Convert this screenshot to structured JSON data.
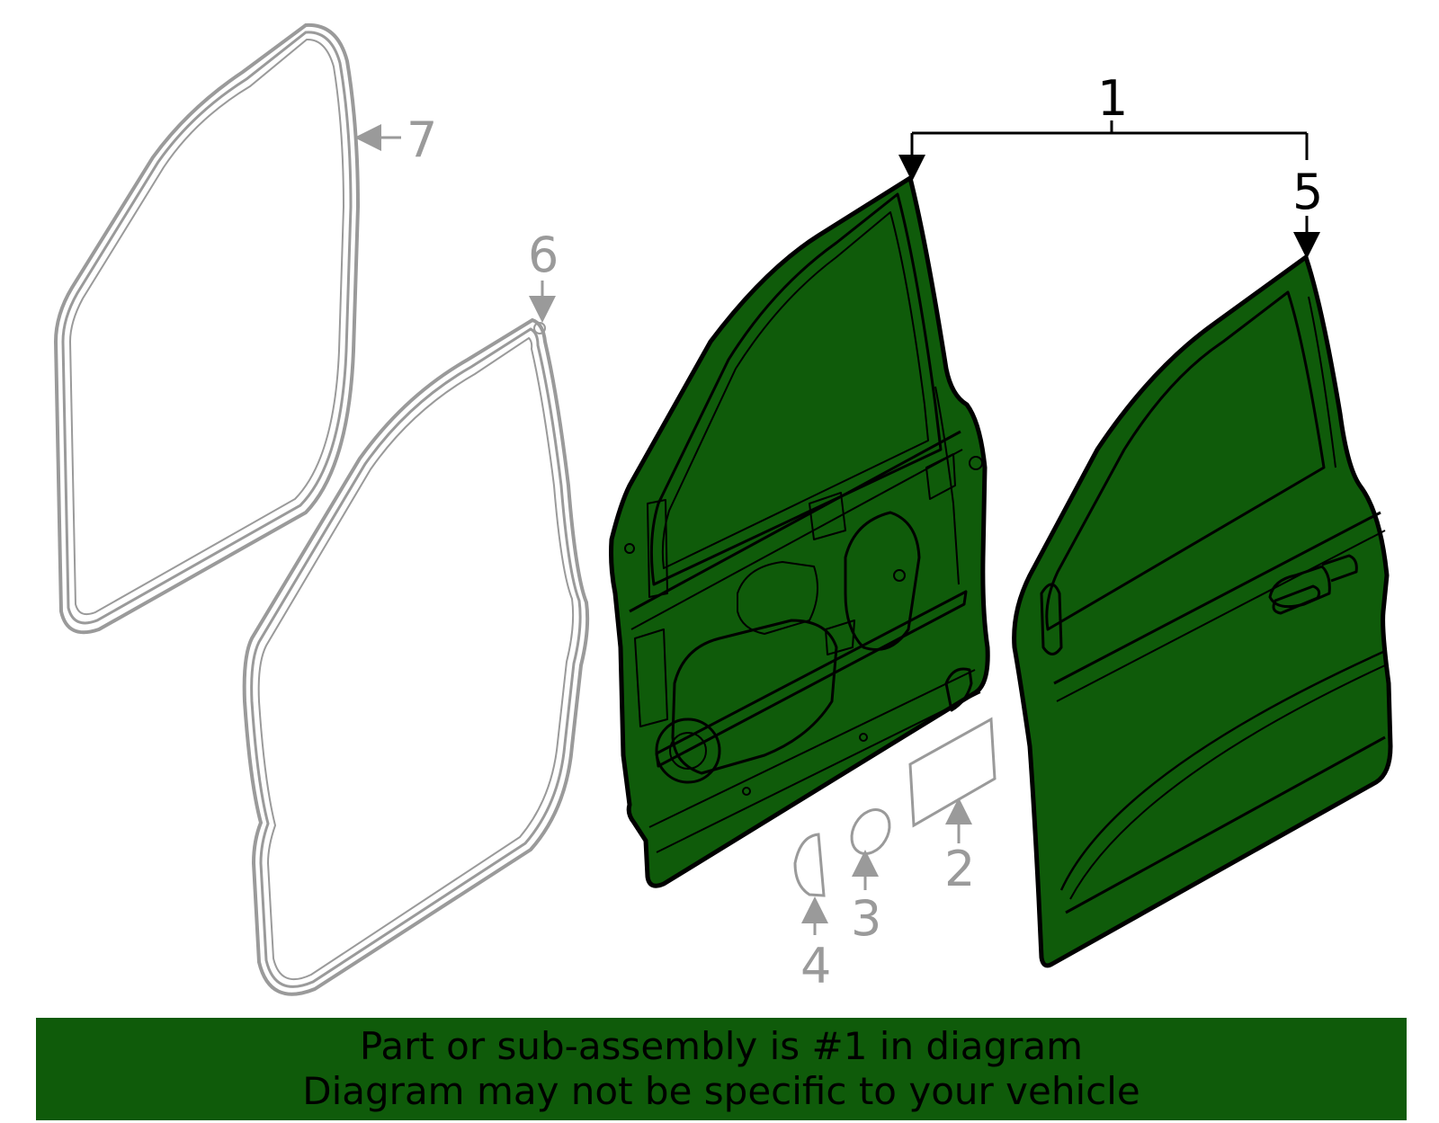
{
  "callouts": {
    "c1": "1",
    "c2": "2",
    "c3": "3",
    "c4": "4",
    "c5": "5",
    "c6": "6",
    "c7": "7"
  },
  "banner": {
    "line1": "Part or sub-assembly is #1 in diagram",
    "line2": "Diagram may not be specific to your vehicle"
  },
  "colors": {
    "highlight": "#0f5b0a",
    "line_gray": "#9a9a9a",
    "line_black": "#000000"
  }
}
